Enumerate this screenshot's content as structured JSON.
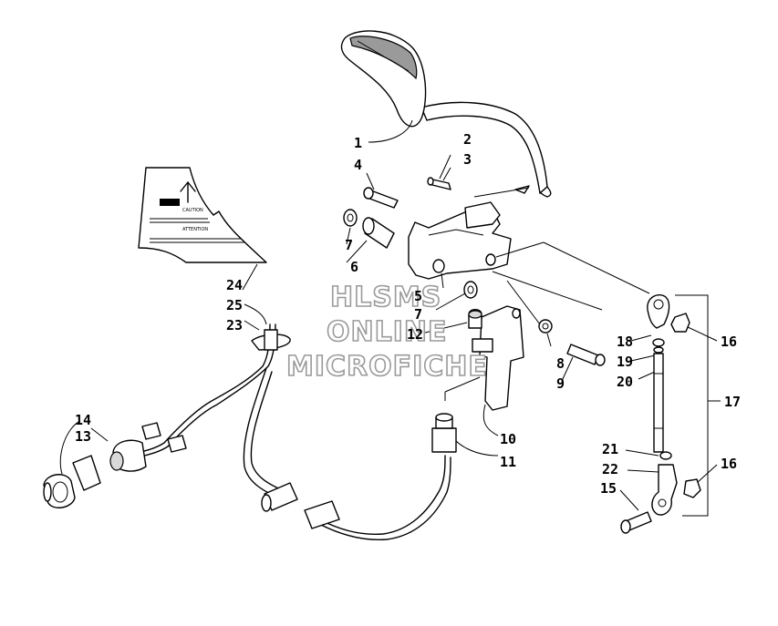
{
  "watermark": {
    "line1": "HLSMS",
    "line2": "ONLINE",
    "line3": "MICROFICHE"
  },
  "callouts": [
    {
      "id": "c1",
      "label": "1"
    },
    {
      "id": "c2",
      "label": "2"
    },
    {
      "id": "c3",
      "label": "3"
    },
    {
      "id": "c4",
      "label": "4"
    },
    {
      "id": "c5",
      "label": "5"
    },
    {
      "id": "c6",
      "label": "6"
    },
    {
      "id": "c7a",
      "label": "7"
    },
    {
      "id": "c7b",
      "label": "7"
    },
    {
      "id": "c8",
      "label": "8"
    },
    {
      "id": "c9",
      "label": "9"
    },
    {
      "id": "c10",
      "label": "10"
    },
    {
      "id": "c11",
      "label": "11"
    },
    {
      "id": "c12",
      "label": "12"
    },
    {
      "id": "c13",
      "label": "13"
    },
    {
      "id": "c14",
      "label": "14"
    },
    {
      "id": "c15",
      "label": "15"
    },
    {
      "id": "c16a",
      "label": "16"
    },
    {
      "id": "c16b",
      "label": "16"
    },
    {
      "id": "c17",
      "label": "17"
    },
    {
      "id": "c18",
      "label": "18"
    },
    {
      "id": "c19",
      "label": "19"
    },
    {
      "id": "c20",
      "label": "20"
    },
    {
      "id": "c21",
      "label": "21"
    },
    {
      "id": "c22",
      "label": "22"
    },
    {
      "id": "c23",
      "label": "23"
    },
    {
      "id": "c24",
      "label": "24"
    },
    {
      "id": "c25",
      "label": "25"
    }
  ],
  "decal": {
    "caution": "CAUTION",
    "attention": "ATTENTION"
  }
}
